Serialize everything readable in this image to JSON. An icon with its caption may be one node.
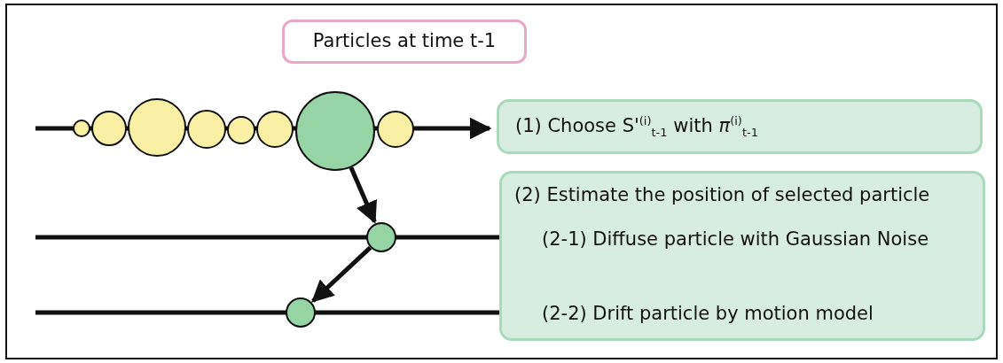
{
  "diagram": {
    "nodes": [
      {
        "text": [
          "Particles at time t-1"
        ]
      },
      {
        "text": [],
        "shape": "circle"
      },
      {
        "text": [],
        "shape": "circle"
      },
      {
        "text": [],
        "shape": "circle"
      },
      {
        "text": [],
        "shape": "circle"
      },
      {
        "text": [],
        "shape": "circle"
      },
      {
        "text": [],
        "shape": "circle"
      },
      {
        "text": [],
        "shape": "circle"
      },
      {
        "text": [],
        "shape": "circle"
      },
      {
        "text": [
          "(1) Choose S'$^{(i)}$$_{t-1}$ with *π*$^{(i)}$$_{t-1}$"
        ]
      },
      {
        "text": [
          "(2) Estimate the position of selected particle"
        ]
      },
      {
        "text": [
          "(2-1) Diffuse particle with Gaussian Noise"
        ],
        "in": 10
      },
      {
        "text": [
          "(2-2) Drift particle by motion model"
        ],
        "in": 10
      },
      {
        "text": [],
        "shape": "circle"
      },
      {
        "text": [],
        "shape": "circle"
      }
    ],
    "edges": [
      {
        "from": null,
        "to": 9,
        "arrow": "to"
      },
      {
        "from": 7,
        "to": 13,
        "arrow": "to"
      },
      {
        "from": null,
        "to": 11,
        "arrow": "to"
      },
      {
        "from": 13,
        "to": 14,
        "arrow": "to"
      },
      {
        "from": null,
        "to": 12,
        "arrow": "to"
      }
    ]
  }
}
